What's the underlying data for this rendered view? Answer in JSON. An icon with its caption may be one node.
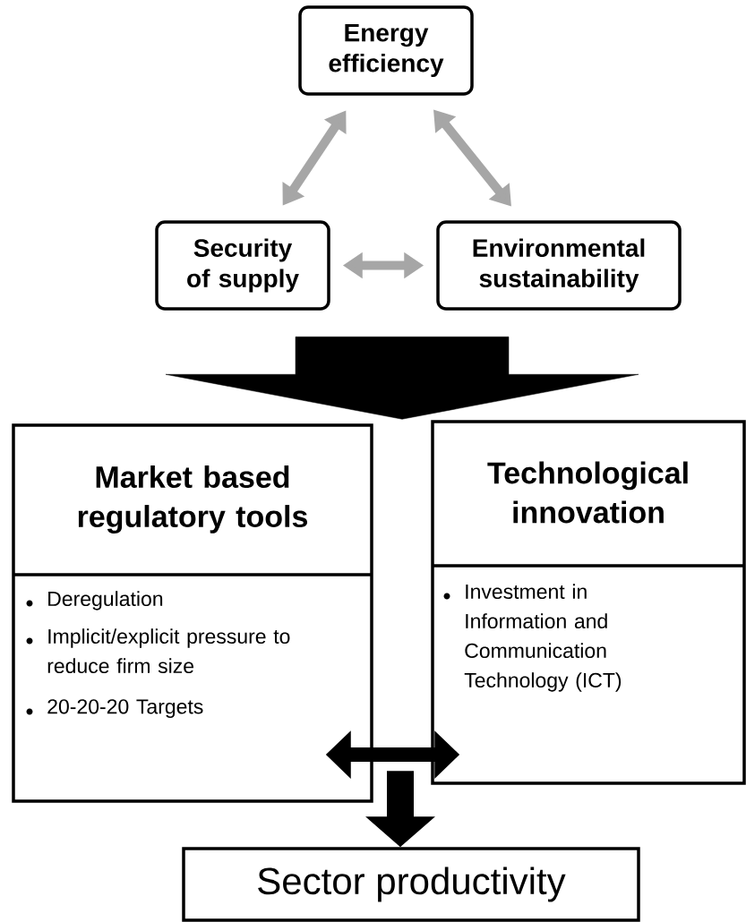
{
  "diagram": {
    "nodes": [
      {
        "text": [
          "Energy efficiency"
        ]
      },
      {
        "text": [
          "Security of supply"
        ]
      },
      {
        "text": [
          "Environmental sustainability"
        ]
      },
      {
        "text": [
          "Market based regulatory tools",
          "Deregulation",
          "Implicit/explicit pressure to reduce firm size",
          "20-20-20 Targets"
        ]
      },
      {
        "text": [
          "Technological innovation",
          "Investment in Information and Communication Technology (ICT)"
        ]
      },
      {
        "text": [
          "Sector productivity"
        ]
      }
    ],
    "edges": [
      {
        "from": 0,
        "to": 1,
        "arrow": "both",
        "color": "#a6a6a6"
      },
      {
        "from": 0,
        "to": 2,
        "arrow": "both",
        "color": "#a6a6a6"
      },
      {
        "from": 1,
        "to": 2,
        "arrow": "both",
        "color": "#a6a6a6"
      },
      {
        "from": null,
        "to": 3,
        "arrow": "to",
        "style": "thick",
        "color": "#000000"
      },
      {
        "from": null,
        "to": 4,
        "arrow": "to",
        "style": "thick",
        "color": "#000000"
      },
      {
        "from": 3,
        "to": 4,
        "arrow": "both",
        "color": "#000000"
      },
      {
        "from": null,
        "to": 5,
        "arrow": "to",
        "style": "thick",
        "color": "#000000"
      }
    ]
  }
}
